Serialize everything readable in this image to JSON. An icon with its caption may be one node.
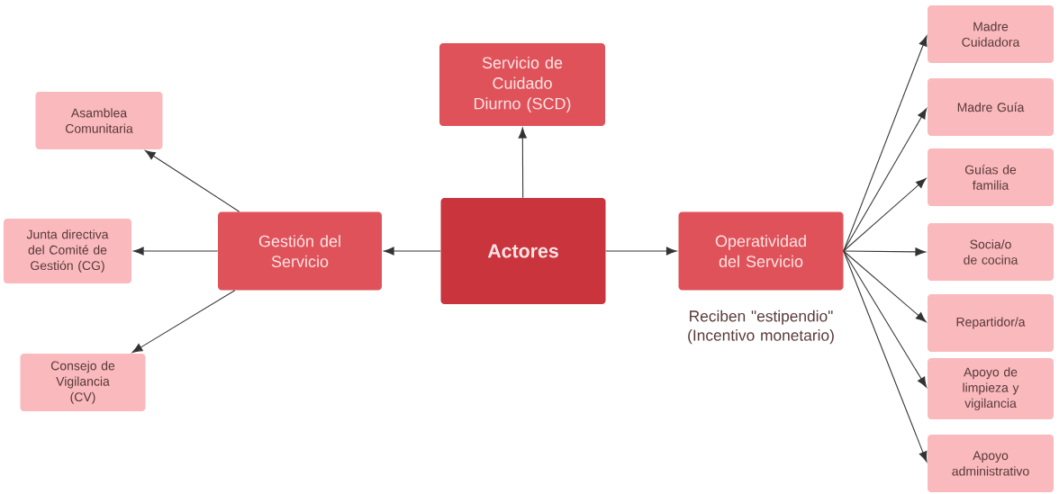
{
  "diagram": {
    "nodes": [
      {
        "text": [
          "Actores"
        ]
      },
      {
        "text": [
          "Servicio de Cuidado Diurno (SCD)"
        ]
      },
      {
        "text": [
          "Gestión del Servicio"
        ]
      },
      {
        "text": [
          "Asamblea Comunitaria"
        ]
      },
      {
        "text": [
          "Junta directiva del Comité de Gestión (CG)"
        ]
      },
      {
        "text": [
          "Consejo de Vigilancia (CV)"
        ]
      },
      {
        "text": [
          "Operatividad del Servicio"
        ],
        "beside": [
          "Reciben \"estipendio\" (Incentivo monetario)"
        ]
      },
      {
        "text": [
          "Madre Cuidadora"
        ]
      },
      {
        "text": [
          "Madre Guía"
        ]
      },
      {
        "text": [
          "Guías de familia"
        ]
      },
      {
        "text": [
          "Socia/o de cocina"
        ]
      },
      {
        "text": [
          "Repartidor/a"
        ]
      },
      {
        "text": [
          "Apoyo de limpieza y vigilancia"
        ]
      },
      {
        "text": [
          "Apoyo administrativo"
        ]
      }
    ],
    "edges": [
      {
        "from": 0,
        "to": 1,
        "arrow": "to"
      },
      {
        "from": 0,
        "to": 2,
        "arrow": "to"
      },
      {
        "from": 0,
        "to": 6,
        "arrow": "to"
      },
      {
        "from": 2,
        "to": 3,
        "arrow": "to"
      },
      {
        "from": 2,
        "to": 4,
        "arrow": "to"
      },
      {
        "from": 2,
        "to": 5,
        "arrow": "to"
      },
      {
        "from": 6,
        "to": 7,
        "arrow": "to"
      },
      {
        "from": 6,
        "to": 8,
        "arrow": "to"
      },
      {
        "from": 6,
        "to": 9,
        "arrow": "to"
      },
      {
        "from": 6,
        "to": 10,
        "arrow": "to"
      },
      {
        "from": 6,
        "to": 11,
        "arrow": "to"
      },
      {
        "from": 6,
        "to": 12,
        "arrow": "to"
      },
      {
        "from": 6,
        "to": 13,
        "arrow": "to"
      }
    ]
  }
}
